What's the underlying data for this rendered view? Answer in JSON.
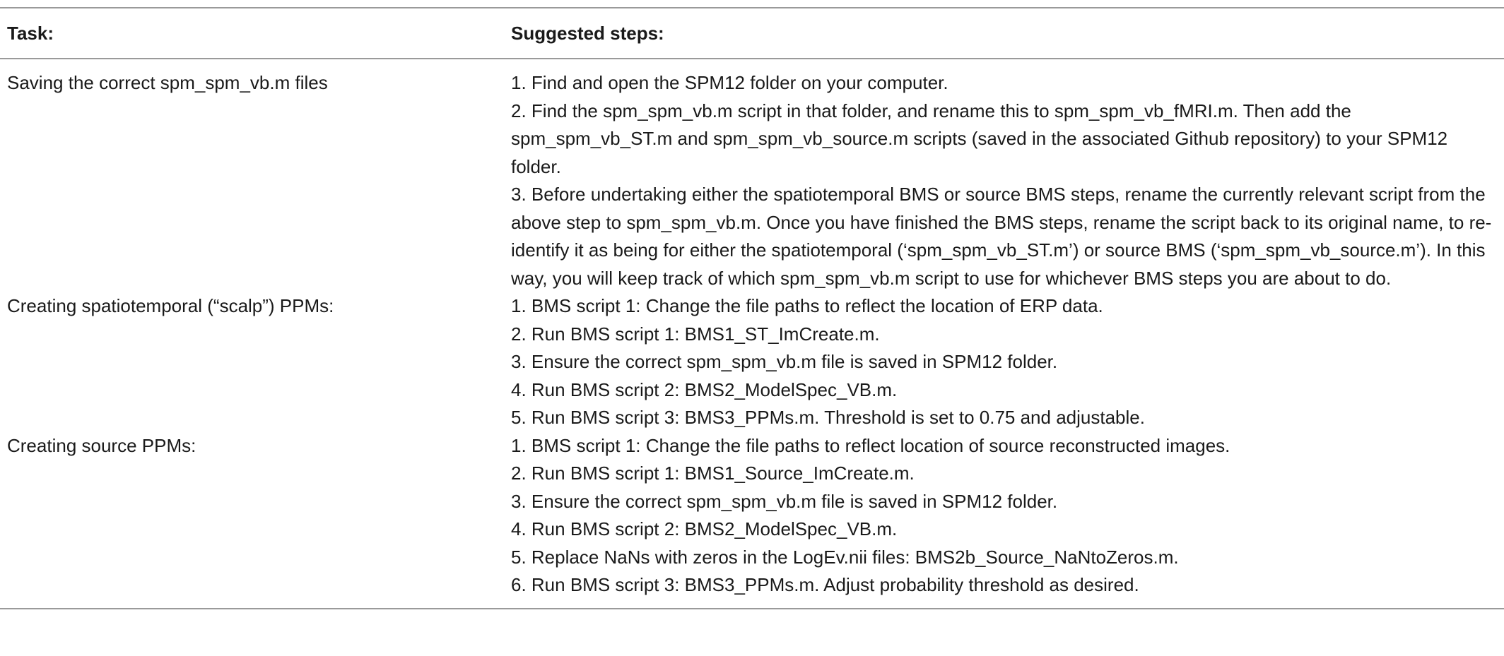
{
  "header": {
    "task": "Task:",
    "steps": "Suggested steps:"
  },
  "rows": [
    {
      "task": "Saving the correct spm_spm_vb.m files",
      "steps": [
        "1. Find and open the SPM12 folder on your computer.",
        "2. Find the spm_spm_vb.m script in that folder, and rename this to spm_spm_vb_fMRI.m. Then add the spm_spm_vb_ST.m and spm_spm_vb_source.m scripts (saved in the associated Github repository) to your SPM12 folder.",
        "3. Before undertaking either the spatiotemporal BMS or source BMS steps, rename the currently relevant script from the above step to spm_spm_vb.m. Once you have finished the BMS steps, rename the script back to its original name, to re-identify it as being for either the spatiotemporal (‘spm_spm_vb_ST.m’) or source BMS (‘spm_spm_vb_source.m’). In this way, you will keep track of which spm_spm_vb.m script to use for whichever BMS steps you are about to do."
      ]
    },
    {
      "task": "Creating spatiotemporal (“scalp”) PPMs:",
      "steps": [
        "1. BMS script 1: Change the file paths to reflect the location of ERP data.",
        "2. Run BMS script 1: BMS1_ST_ImCreate.m.",
        "3. Ensure the correct spm_spm_vb.m file is saved in SPM12 folder.",
        "4. Run BMS script 2: BMS2_ModelSpec_VB.m.",
        "5. Run BMS script 3: BMS3_PPMs.m. Threshold is set to 0.75 and adjustable."
      ]
    },
    {
      "task": "Creating source PPMs:",
      "steps": [
        "1. BMS script 1: Change the file paths to reflect location of source reconstructed images.",
        "2. Run BMS script 1: BMS1_Source_ImCreate.m.",
        "3. Ensure the correct spm_spm_vb.m file is saved in SPM12 folder.",
        "4. Run BMS script 2: BMS2_ModelSpec_VB.m.",
        "5. Replace NaNs with zeros in the LogEv.nii files: BMS2b_Source_NaNtoZeros.m.",
        "6. Run BMS script 3: BMS3_PPMs.m. Adjust probability threshold as desired."
      ]
    }
  ]
}
